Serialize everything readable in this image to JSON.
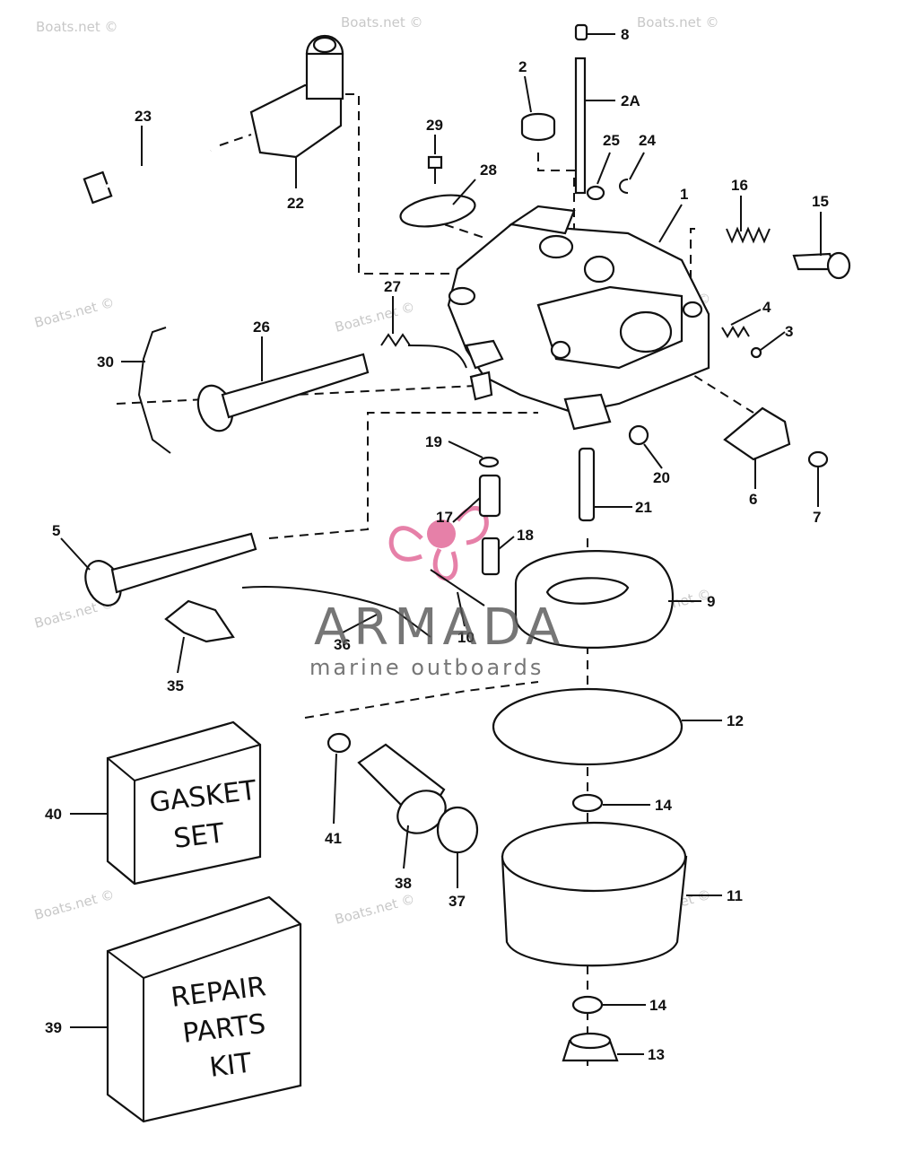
{
  "watermark": "Boats.net ©",
  "brand": {
    "name": "ARMADA",
    "tagline": "marine outboards",
    "accent_color": "#e26a9a"
  },
  "callouts": {
    "p1": "1",
    "p2": "2",
    "p2a": "2A",
    "p3": "3",
    "p4": "4",
    "p5": "5",
    "p6": "6",
    "p7": "7",
    "p8": "8",
    "p9": "9",
    "p10": "10",
    "p11": "11",
    "p12": "12",
    "p13": "13",
    "p14a": "14",
    "p14b": "14",
    "p15": "15",
    "p16": "16",
    "p17": "17",
    "p18": "18",
    "p19": "19",
    "p20": "20",
    "p21": "21",
    "p22": "22",
    "p23": "23",
    "p24": "24",
    "p25": "25",
    "p26": "26",
    "p27": "27",
    "p28": "28",
    "p29": "29",
    "p30": "30",
    "p35": "35",
    "p36": "36",
    "p37": "37",
    "p38": "38",
    "p39": "39",
    "p40": "40",
    "p41": "41"
  },
  "gasket_box": {
    "line1": "GASKET",
    "line2": "SET"
  },
  "repair_box": {
    "line1": "REPAIR",
    "line2": "PARTS",
    "line3": "KIT"
  }
}
